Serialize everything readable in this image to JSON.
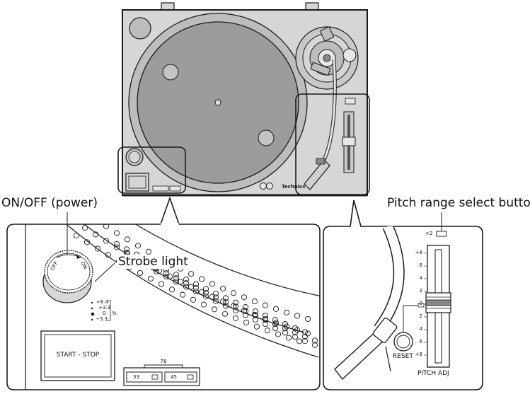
{
  "callouts": {
    "power": "ON/OFF (power)",
    "strobe": "Strobe light",
    "pitch_range": "Pitch range select button"
  },
  "left_detail": {
    "knob_off": "OFF",
    "knob_on": "ON",
    "pitch_readout": [
      "+6.4",
      "+3.3",
      "0",
      "−3.3"
    ],
    "percent_sign": "%",
    "start_stop": "START - STOP",
    "speed_78": "78",
    "speed_33": "33",
    "speed_45": "45"
  },
  "right_detail": {
    "x2_label": "×2",
    "scale_top": [
      "+8",
      "6",
      "4",
      "2"
    ],
    "scale_center": "0",
    "scale_bottom": [
      "2",
      "4",
      "6",
      "+8"
    ],
    "reset": "RESET",
    "pitch_adj": "PITCH ADJ"
  },
  "turntable": {
    "brand": "Technics"
  },
  "colors": {
    "body": "#d6d6d6",
    "platter": "#9c9c9c",
    "platter_rim": "#bdbdbd",
    "line": "#1a1a1a"
  }
}
